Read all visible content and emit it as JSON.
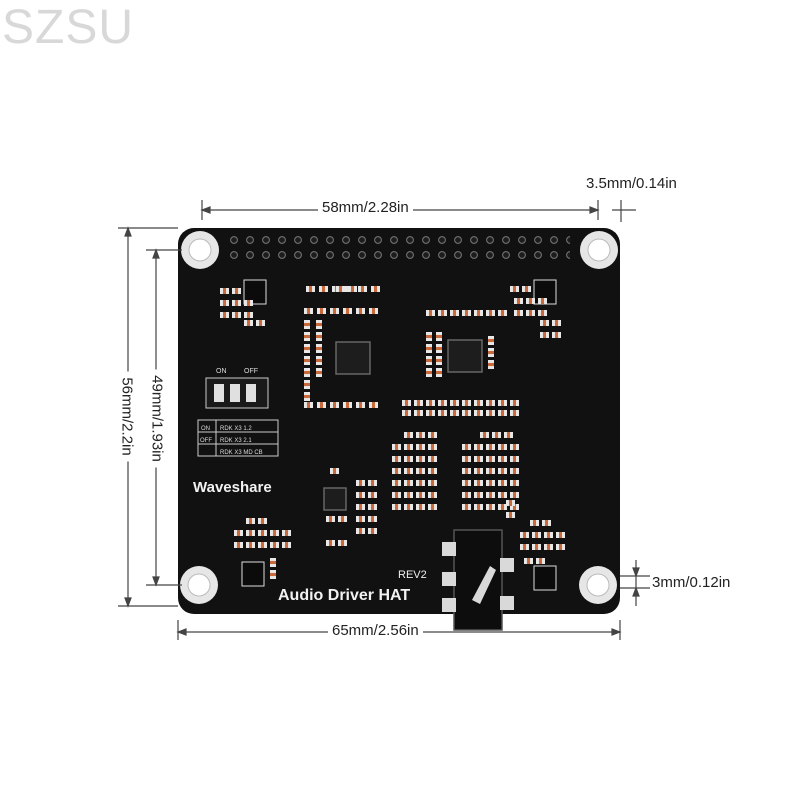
{
  "watermark": "SZSU",
  "dimensions": {
    "top_width": "58mm/2.28in",
    "hole_diameter": "3.5mm/0.14in",
    "bottom_width": "65mm/2.56in",
    "right_offset": "3mm/0.12in",
    "outer_height": "56mm/2.2in",
    "inner_height": "49mm/1.93in"
  },
  "board": {
    "brand": "Waveshare",
    "product": "Audio Driver HAT",
    "revision": "REV2",
    "switch_on": "ON",
    "switch_off": "OFF",
    "table": [
      {
        "state": "ON",
        "text": "RDK X3 1.2"
      },
      {
        "state": "OFF",
        "text": "RDK X3 2.1"
      },
      {
        "state": "",
        "text": "RDK X3 MD CB"
      }
    ]
  },
  "colors": {
    "pcb": "#111111",
    "pad": "#e8e8e8",
    "smd": "#c86a3c",
    "dim_line": "#444444"
  }
}
